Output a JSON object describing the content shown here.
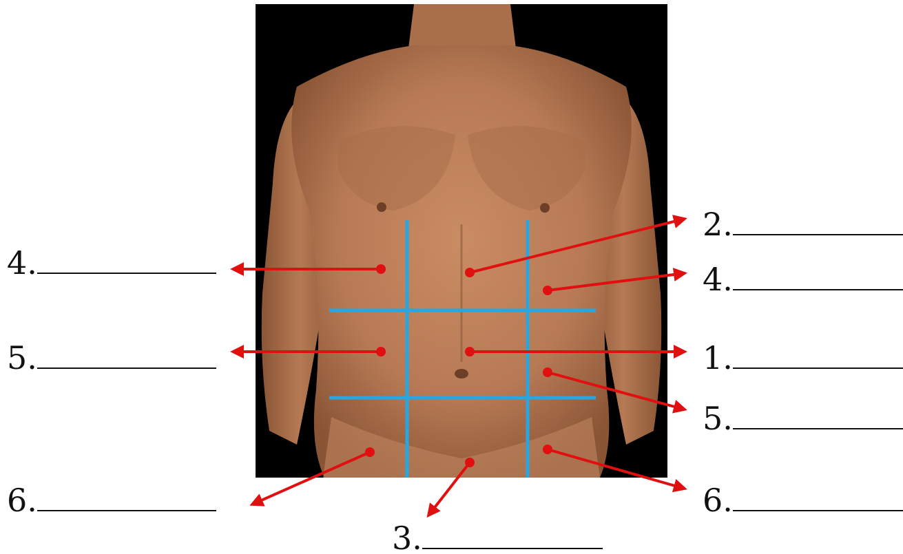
{
  "labels": {
    "left_upper": "4.",
    "left_middle": "5.",
    "left_lower": "6.",
    "bottom_center": "3.",
    "right_1": "2.",
    "right_2": "4.",
    "right_3": "1.",
    "right_4": "5.",
    "right_5": "6."
  },
  "colors": {
    "background": "#ffffff",
    "photo_background": "#000000",
    "skin": "#b77a55",
    "region_lines": "#29a6e0",
    "arrows": "#e01010",
    "text": "#111111"
  },
  "icons": {
    "pointer": "red-arrow-with-dot",
    "grid": "nine-region-grid-lines"
  }
}
